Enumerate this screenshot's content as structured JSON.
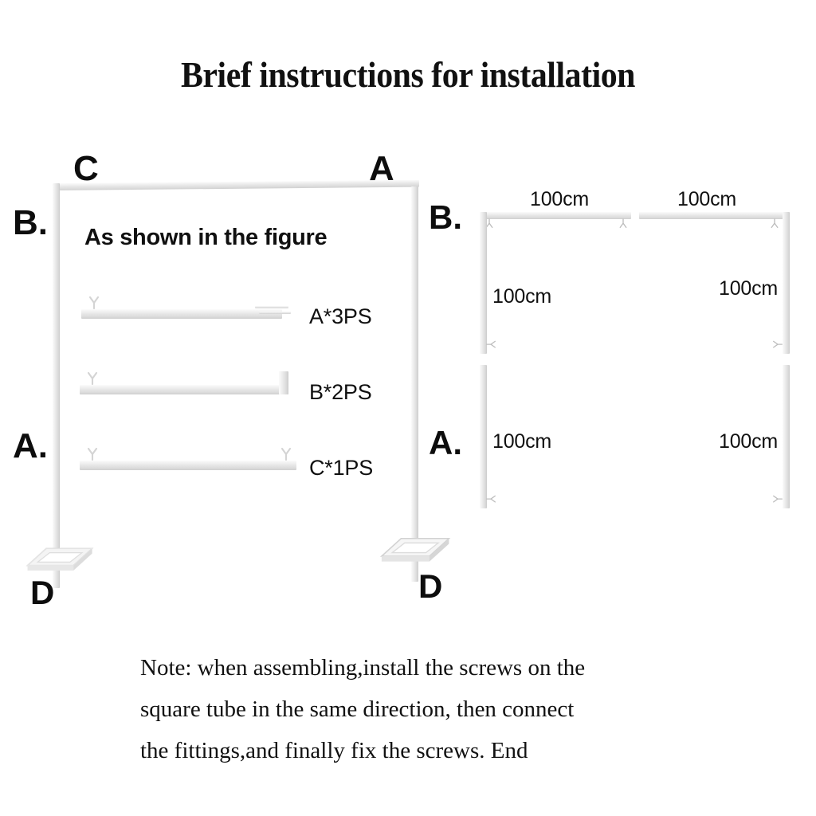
{
  "page": {
    "title": "Brief instructions for installation",
    "background_color": "#ffffff",
    "text_color": "#101010",
    "part_color": "#e4e4e4"
  },
  "left_figure": {
    "caption": "As shown in the figure",
    "corner_labels": {
      "top_left": "C",
      "top_right": "A",
      "left_upper": "B.",
      "left_lower": "A.",
      "base_left": "D",
      "base_right": "D"
    },
    "parts": [
      {
        "id": "A",
        "label": "A*3PS",
        "shape": "straight-bar-stacked",
        "quantity": 3,
        "screws": [
          "left"
        ]
      },
      {
        "id": "B",
        "label": "B*2PS",
        "shape": "l-bar",
        "quantity": 2,
        "screws": [
          "left"
        ]
      },
      {
        "id": "C",
        "label": "C*1PS",
        "shape": "straight-bar",
        "quantity": 1,
        "screws": [
          "left",
          "right"
        ]
      }
    ]
  },
  "right_figure": {
    "sections": [
      {
        "id": "B",
        "label": "B.",
        "horizontal_bars": [
          {
            "length": "100cm"
          },
          {
            "length": "100cm"
          }
        ],
        "vertical_posts": [
          {
            "length": "100cm",
            "side": "left"
          },
          {
            "length": "100cm",
            "side": "right"
          }
        ]
      },
      {
        "id": "A",
        "label": "A.",
        "horizontal_bars": [],
        "vertical_posts": [
          {
            "length": "100cm",
            "side": "left"
          },
          {
            "length": "100cm",
            "side": "right"
          }
        ]
      }
    ]
  },
  "note": {
    "line1": "Note: when assembling,install the screws on the",
    "line2": "square tube in the same direction, then connect",
    "line3": "the fittings,and finally fix the screws. End"
  }
}
